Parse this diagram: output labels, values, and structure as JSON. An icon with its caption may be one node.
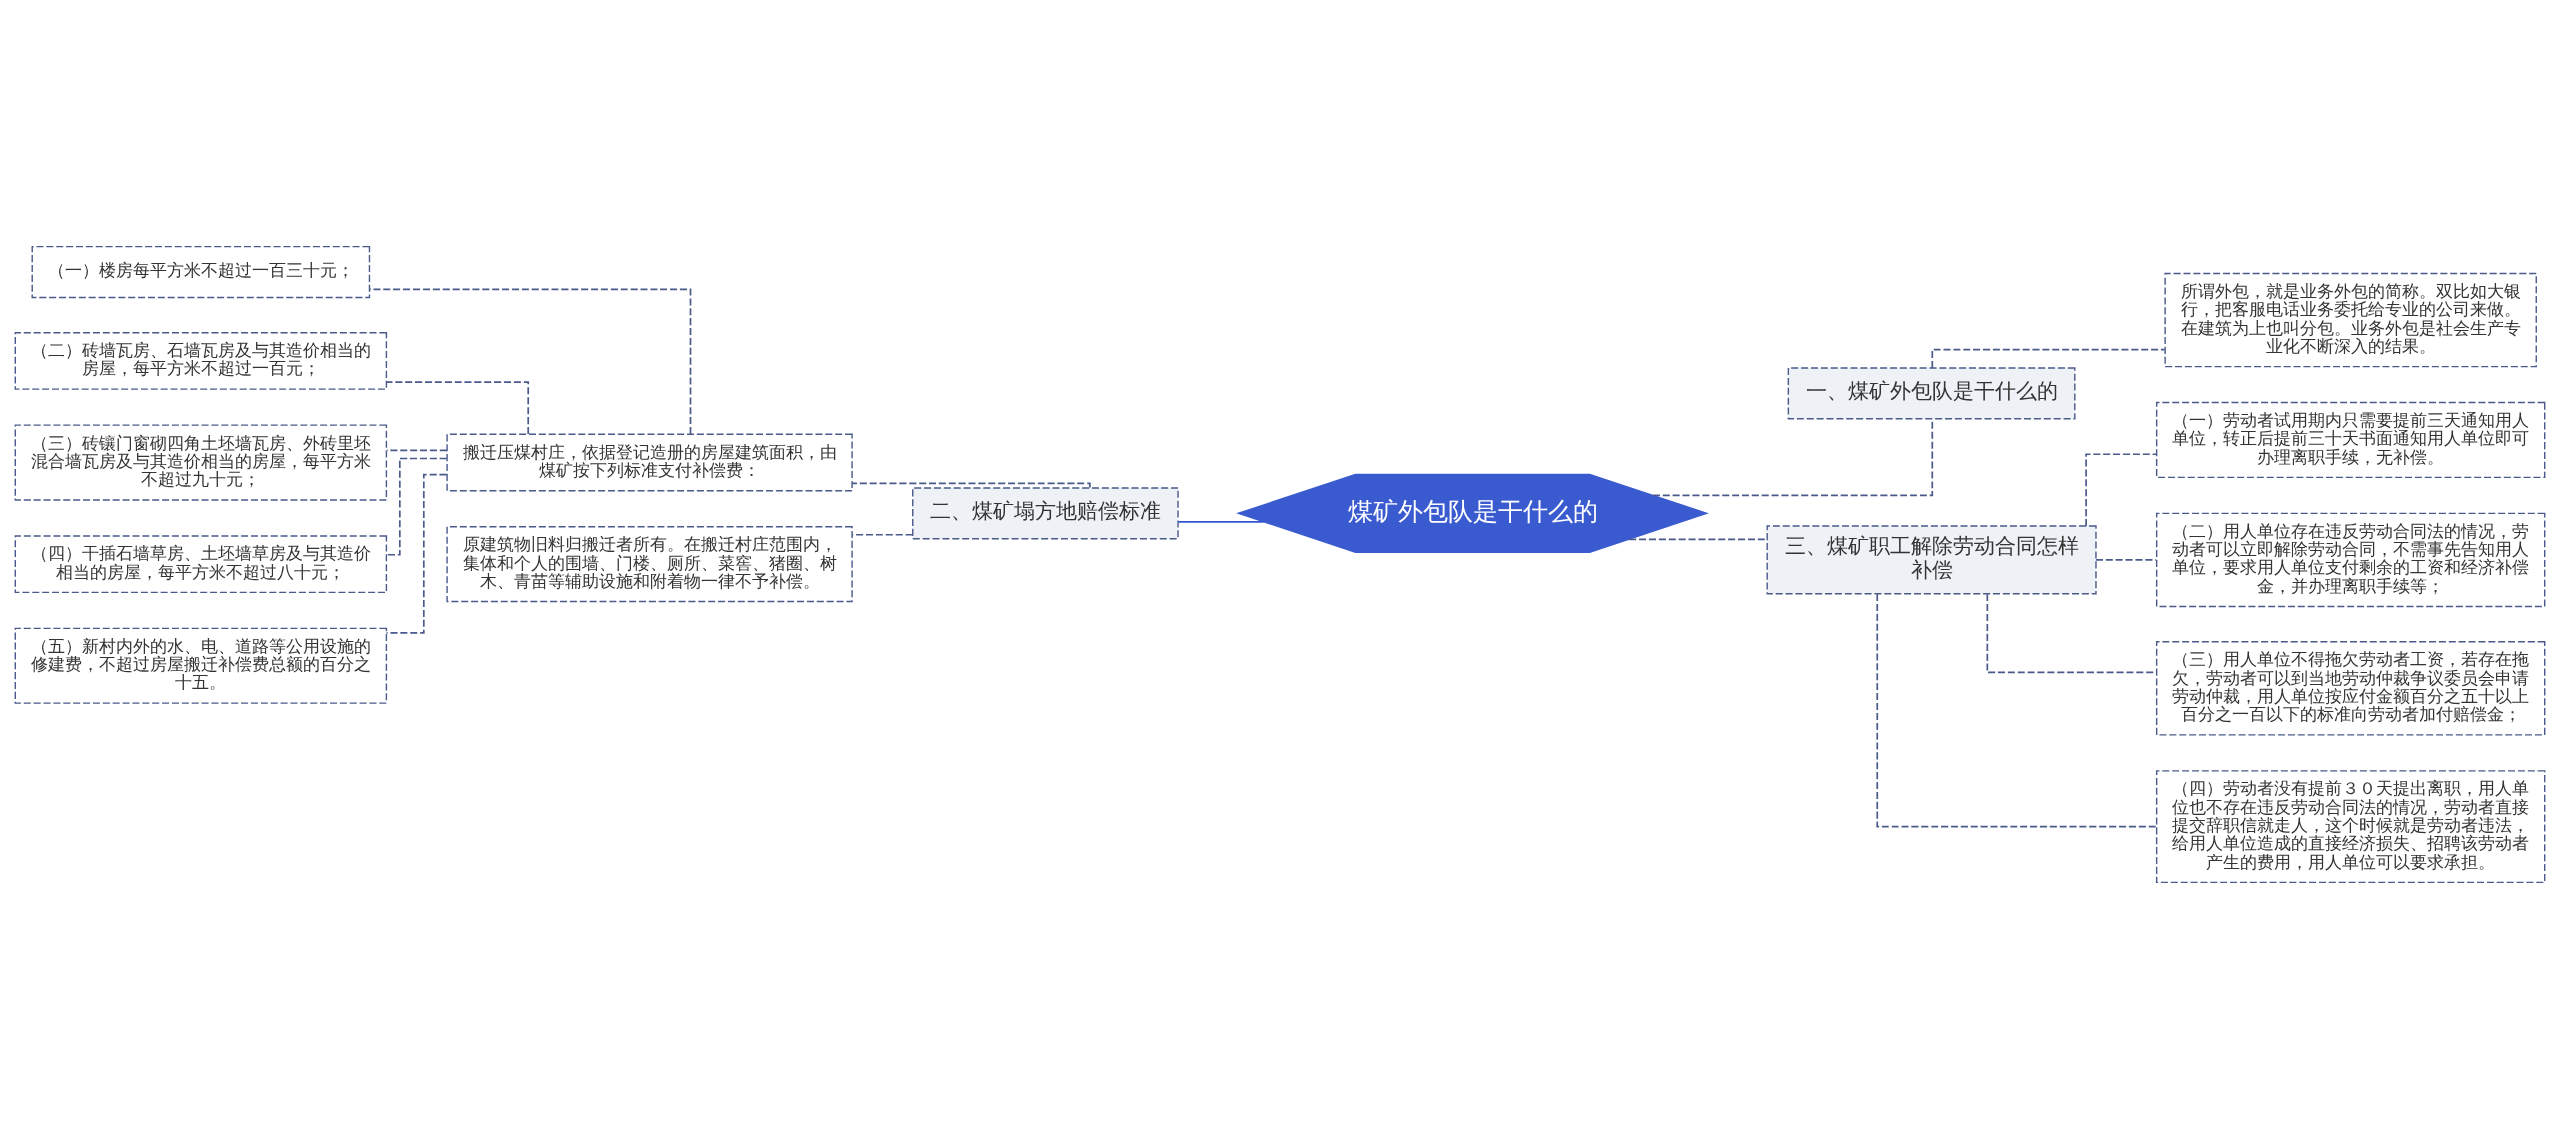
{
  "diagram": {
    "nodes": [
      {
        "text": [
          "煤矿外包队是干什么的"
        ]
      },
      {
        "text": [
          "二、煤矿塌方地赔偿标准"
        ]
      },
      {
        "text": [
          "搬迁压煤村庄，依据登记造册的房屋建筑面积，由煤矿按下列标准支付补偿费："
        ]
      },
      {
        "text": [
          "（一）楼房每平方米不超过一百三十元；"
        ]
      },
      {
        "text": [
          "（二）砖墙瓦房、石墙瓦房及与其造价相当的房屋，每平方米不超过一百元；"
        ]
      },
      {
        "text": [
          "（三）砖镶门窗砌四角土坯墙瓦房、外砖里坯混合墙瓦房及与其造价相当的房屋，每平方米不超过九十元；"
        ]
      },
      {
        "text": [
          "（四）干插石墙草房、土坯墙草房及与其造价相当的房屋，每平方米不超过八十元；"
        ]
      },
      {
        "text": [
          "（五）新村内外的水、电、道路等公用设施的修建费，不超过房屋搬迁补偿费总额的百分之十五。"
        ]
      },
      {
        "text": [
          "原建筑物旧料归搬迁者所有。在搬迁村庄范围内，集体和个人的围墙、门楼、厕所、菜窖、猪圈、树木、青苗等辅助设施和附着物一律不予补偿。"
        ]
      },
      {
        "text": [
          "一、煤矿外包队是干什么的"
        ]
      },
      {
        "text": [
          "所谓外包，就是业务外包的简称。双比如大银行，把客服电话业务委托给专业的公司来做。在建筑为上也叫分包。业务外包是社会生产专业化不断深入的结果。"
        ]
      },
      {
        "text": [
          "三、煤矿职工解除劳动合同怎样补偿"
        ]
      },
      {
        "text": [
          "（一）劳动者试用期内只需要提前三天通知用人单位，转正后提前三十天书面通知用人单位即可办理离职手续，无补偿。"
        ]
      },
      {
        "text": [
          "（二）用人单位存在违反劳动合同法的情况，劳动者可以立即解除劳动合同，不需事先告知用人单位，要求用人单位支付剩余的工资和经济补偿金，并办理离职手续等；"
        ]
      },
      {
        "text": [
          "（三）用人单位不得拖欠劳动者工资，若存在拖欠，劳动者可以到当地劳动仲裁争议委员会申请劳动仲裁，用人单位按应付金额百分之五十以上百分之一百以下的标准向劳动者加付赔偿金；"
        ]
      },
      {
        "text": [
          "（四）劳动者没有提前３０天提出离职，用人单位也不存在违反劳动合同法的情况，劳动者直接提交辞职信就走人，这个时候就是劳动者违法，给用人单位造成的直接经济损失、招聘该劳动者产生的费用，用人单位可以要求承担。"
        ]
      }
    ],
    "edges": [
      {
        "from": 0,
        "to": 1,
        "arrow": "none",
        "color": "#3355cc"
      },
      {
        "from": 1,
        "to": 2,
        "arrow": "none",
        "style": "dashed"
      },
      {
        "from": 2,
        "to": 3,
        "arrow": "none",
        "style": "dashed"
      },
      {
        "from": 2,
        "to": 4,
        "arrow": "none",
        "style": "dashed"
      },
      {
        "from": 2,
        "to": 5,
        "arrow": "none",
        "style": "dashed"
      },
      {
        "from": 2,
        "to": 6,
        "arrow": "none",
        "style": "dashed"
      },
      {
        "from": 2,
        "to": 7,
        "arrow": "none",
        "style": "dashed"
      },
      {
        "from": 1,
        "to": 8,
        "arrow": "none",
        "style": "dashed"
      },
      {
        "from": 0,
        "to": 9,
        "arrow": "none",
        "style": "dashed"
      },
      {
        "from": 9,
        "to": 10,
        "arrow": "none",
        "style": "dashed"
      },
      {
        "from": 0,
        "to": 11,
        "arrow": "none",
        "style": "dashed"
      },
      {
        "from": 11,
        "to": 12,
        "arrow": "none",
        "style": "dashed"
      },
      {
        "from": 11,
        "to": 13,
        "arrow": "none",
        "style": "dashed"
      },
      {
        "from": 11,
        "to": 14,
        "arrow": "none",
        "style": "dashed"
      },
      {
        "from": 11,
        "to": 15,
        "arrow": "none",
        "style": "dashed"
      }
    ]
  }
}
